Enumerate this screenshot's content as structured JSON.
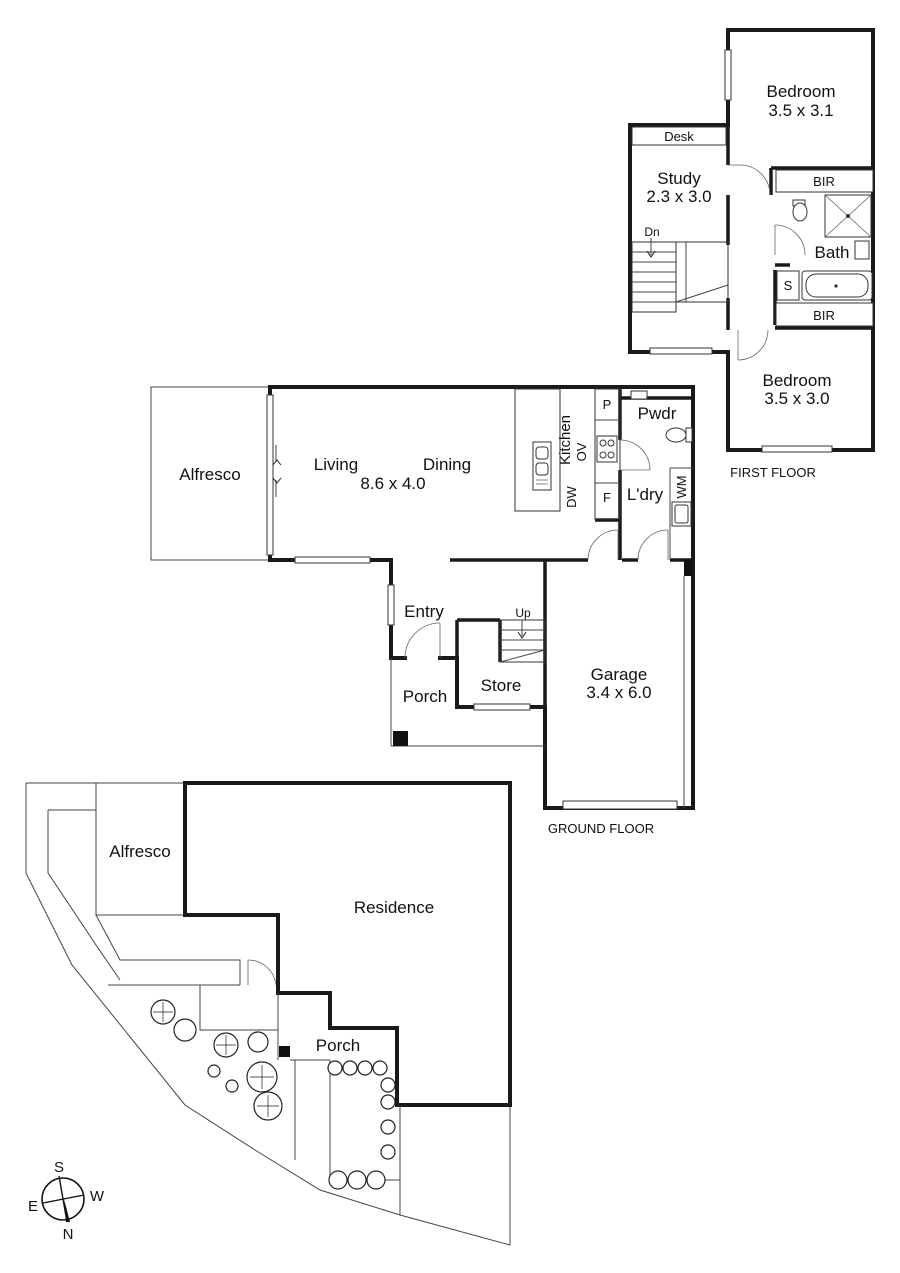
{
  "first_floor": {
    "caption": "FIRST FLOOR",
    "rooms": {
      "bedroom1": {
        "name": "Bedroom",
        "size": "3.5 x 3.1"
      },
      "study": {
        "name": "Study",
        "size": "2.3 x 3.0"
      },
      "bedroom2": {
        "name": "Bedroom",
        "size": "3.5 x 3.0"
      },
      "bath": "Bath"
    },
    "fixtures": {
      "desk": "Desk",
      "bir_top": "BIR",
      "bir_bottom": "BIR",
      "shower": "S",
      "stairs_down": "Dn"
    }
  },
  "ground_floor": {
    "caption": "GROUND FLOOR",
    "rooms": {
      "alfresco": "Alfresco",
      "living": "Living",
      "dining": "Dining",
      "living_size": "8.6 x 4.0",
      "kitchen": "Kitchen",
      "pwdr": "Pwdr",
      "laundry": "L'dry",
      "entry": "Entry",
      "porch": "Porch",
      "store": "Store",
      "garage": {
        "name": "Garage",
        "size": "3.4 x 6.0"
      }
    },
    "fixtures": {
      "pantry": "P",
      "oven": "OV",
      "dishwasher": "DW",
      "fridge": "F",
      "washing_machine": "WM",
      "stairs_up": "Up"
    }
  },
  "site_plan": {
    "alfresco": "Alfresco",
    "residence": "Residence",
    "porch": "Porch"
  },
  "compass": {
    "n": "N",
    "s": "S",
    "e": "E",
    "w": "W"
  }
}
